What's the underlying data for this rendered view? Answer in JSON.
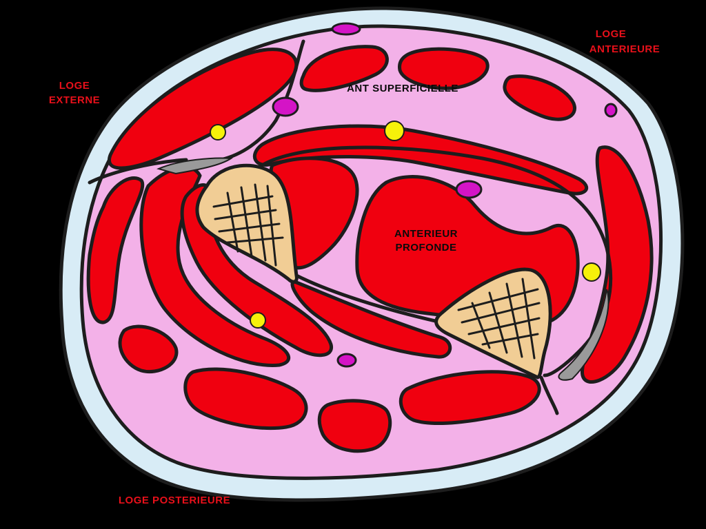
{
  "labels": {
    "loge_anterieure_line1": "LOGE",
    "loge_anterieure_line2": "ANTERIEURE",
    "loge_externe_line1": "LOGE",
    "loge_externe_line2": "EXTERNE",
    "loge_posterieure": "LOGE POSTERIEURE",
    "ant_superficielle": "ANT SUPERFICIELLE",
    "anterieur_profonde_line1": "ANTERIEUR",
    "anterieur_profonde_line2": "PROFONDE"
  },
  "colors": {
    "background": "#000000",
    "skin": "#d8ecf6",
    "fascia": "#f3b1e8",
    "muscle": "#f0000f",
    "bone": "#f1cd95",
    "nerve": "#f6f10a",
    "vessel": "#d414c6",
    "label_red": "#e8101a"
  }
}
